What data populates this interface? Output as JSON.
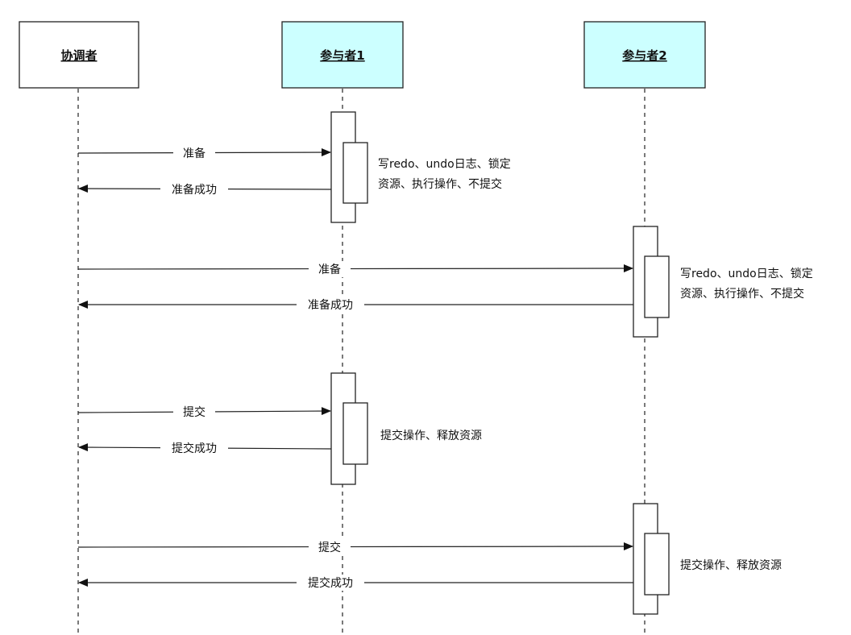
{
  "colors": {
    "coordinator_fill": "#ffffff",
    "participant_fill": "#ccffff",
    "stroke": "#222222",
    "text": "#111111"
  },
  "actors": [
    {
      "id": "coordinator",
      "label": "协调者"
    },
    {
      "id": "participant1",
      "label": "参与者1"
    },
    {
      "id": "participant2",
      "label": "参与者2"
    }
  ],
  "messages": [
    {
      "label": "准备",
      "from": "coordinator",
      "to": "participant1"
    },
    {
      "label": "准备成功",
      "from": "participant1",
      "to": "coordinator"
    },
    {
      "label": "准备",
      "from": "coordinator",
      "to": "participant2"
    },
    {
      "label": "准备成功",
      "from": "participant2",
      "to": "coordinator"
    },
    {
      "label": "提交",
      "from": "coordinator",
      "to": "participant1"
    },
    {
      "label": "提交成功",
      "from": "participant1",
      "to": "coordinator"
    },
    {
      "label": "提交",
      "from": "coordinator",
      "to": "participant2"
    },
    {
      "label": "提交成功",
      "from": "participant2",
      "to": "coordinator"
    }
  ],
  "notes": [
    {
      "actor": "participant1",
      "lines": [
        "写redo、undo日志、锁定",
        "资源、执行操作、不提交"
      ]
    },
    {
      "actor": "participant2",
      "lines": [
        "写redo、undo日志、锁定",
        "资源、执行操作、不提交"
      ]
    },
    {
      "actor": "participant1",
      "lines": [
        "提交操作、释放资源"
      ]
    },
    {
      "actor": "participant2",
      "lines": [
        "提交操作、释放资源"
      ]
    }
  ]
}
